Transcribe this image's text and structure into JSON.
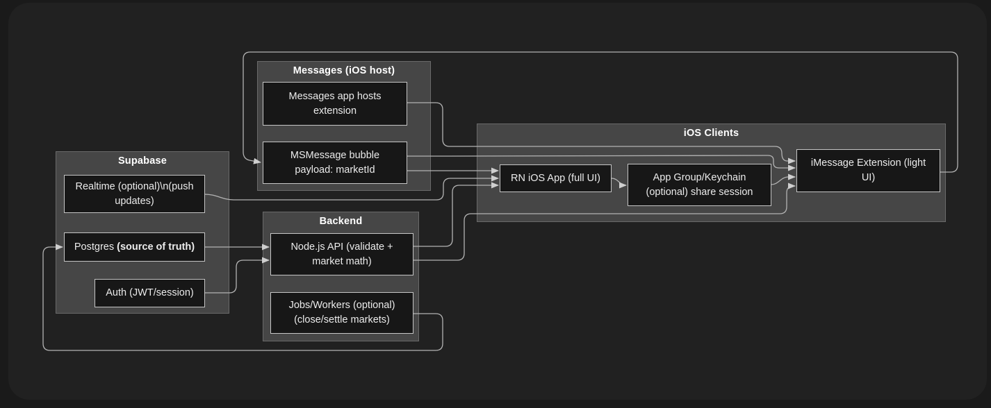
{
  "diagram": {
    "type": "flowchart",
    "groups": {
      "supabase": {
        "title": "Supabase"
      },
      "messages": {
        "title": "Messages (iOS host)"
      },
      "backend": {
        "title": "Backend"
      },
      "ios_clients": {
        "title": "iOS Clients"
      }
    },
    "nodes": {
      "realtime": {
        "line1": "Realtime (optional)\\n(push",
        "line2": "updates)"
      },
      "postgres": {
        "text": "Postgres ",
        "bold": "(source of truth)"
      },
      "auth": {
        "text": "Auth (JWT/session)"
      },
      "messages_host": {
        "line1": "Messages app hosts",
        "line2": "extension"
      },
      "ms_bubble": {
        "line1": "MSMessage bubble",
        "line2": "payload: marketId"
      },
      "node_api": {
        "line1": "Node.js API (validate +",
        "line2": "market math)"
      },
      "jobs": {
        "line1": "Jobs/Workers (optional)",
        "line2": "(close/settle markets)"
      },
      "rn_app": {
        "text": "RN iOS App (full UI)"
      },
      "app_group": {
        "line1": "App Group/Keychain",
        "line2": "(optional) share session"
      },
      "imessage_ext": {
        "line1": "iMessage Extension (light",
        "line2": "UI)"
      }
    },
    "edges": [
      {
        "from": "realtime",
        "to": "rn_app"
      },
      {
        "from": "postgres",
        "to": "node_api"
      },
      {
        "from": "auth",
        "to": "node_api"
      },
      {
        "from": "node_api",
        "to": "rn_app"
      },
      {
        "from": "node_api",
        "to": "imessage_ext"
      },
      {
        "from": "jobs",
        "to": "postgres"
      },
      {
        "from": "messages_host",
        "to": "imessage_ext"
      },
      {
        "from": "ms_bubble",
        "to": "imessage_ext"
      },
      {
        "from": "ms_bubble",
        "to": "rn_app"
      },
      {
        "from": "rn_app",
        "to": "app_group"
      },
      {
        "from": "app_group",
        "to": "imessage_ext"
      },
      {
        "from": "imessage_ext",
        "to": "ms_bubble"
      }
    ],
    "colors": {
      "background": "#1a1a1a",
      "canvas": "#212121",
      "group_fill": "#464646",
      "group_border": "#6a6a6a",
      "node_fill": "#171717",
      "node_border": "#c6c6c6",
      "edge": "#b4b4b4",
      "text": "#ebebeb",
      "title": "#ffffff"
    }
  }
}
